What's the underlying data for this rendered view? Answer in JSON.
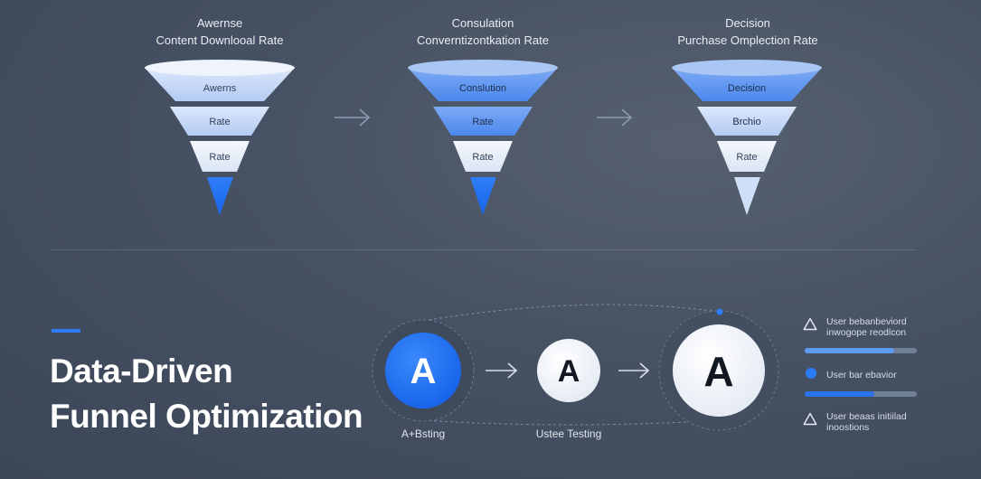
{
  "funnels": [
    {
      "title": "Awernse",
      "subtitle": "Content Downlooal Rate",
      "layers": [
        "Awerns",
        "Rate",
        "Rate"
      ]
    },
    {
      "title": "Consulation",
      "subtitle": "Converntizontkation Rate",
      "layers": [
        "Conslution",
        "Rate",
        "Rate"
      ]
    },
    {
      "title": "Decision",
      "subtitle": "Purchase Omplection Rate",
      "layers": [
        "Decision",
        "Brchio",
        "Rate"
      ]
    }
  ],
  "headline": {
    "line1": "Data-Driven",
    "line2": "Funnel Optimization"
  },
  "circles": [
    {
      "letter": "A",
      "caption": "A+Bsting"
    },
    {
      "letter": "A",
      "caption": "Ustee Testing"
    },
    {
      "letter": "A",
      "caption": ""
    }
  ],
  "legend": [
    {
      "icon": "warning-triangle-icon",
      "line1": "User bebanbeviord",
      "line2": "inwogope reodlcon",
      "progress": 0.8,
      "color": "#5b9bf0"
    },
    {
      "icon": "dot-icon",
      "line1": "User bar ebavior",
      "line2": "",
      "progress": 0.62,
      "color": "#2a74ee"
    },
    {
      "icon": "warning-triangle-icon",
      "line1": "User beaas initiilad",
      "line2": "inoostions",
      "progress": null,
      "color": ""
    }
  ],
  "colors": {
    "accent": "#2c7cf6",
    "funnel_light": "#c9daf7",
    "funnel_mid": "#5e96ef",
    "funnel_blue": "#1f6ff2"
  }
}
